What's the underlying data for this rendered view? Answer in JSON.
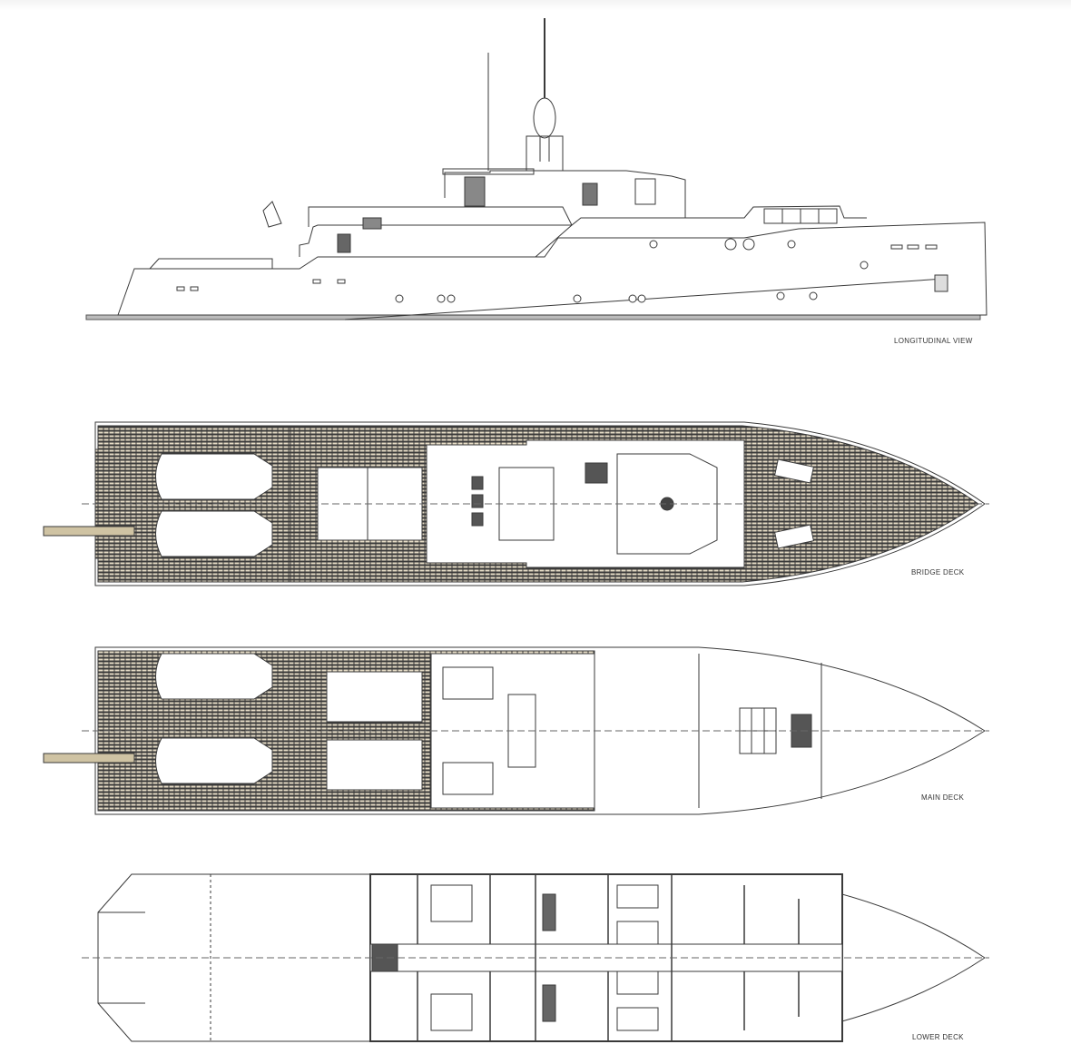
{
  "drawing": {
    "colors": {
      "background": "#ffffff",
      "line": "#3a3a3a",
      "teak_deck": "#e6dcc6",
      "teak_stripe": "#d9cdb2",
      "dark_fill": "#555555"
    }
  },
  "views": {
    "longitudinal": {
      "label": "LONGITUDINAL VIEW"
    },
    "bridge_deck": {
      "label": "BRIDGE DECK"
    },
    "main_deck": {
      "label": "MAIN DECK"
    },
    "lower_deck": {
      "label": "LOWER DECK"
    }
  }
}
